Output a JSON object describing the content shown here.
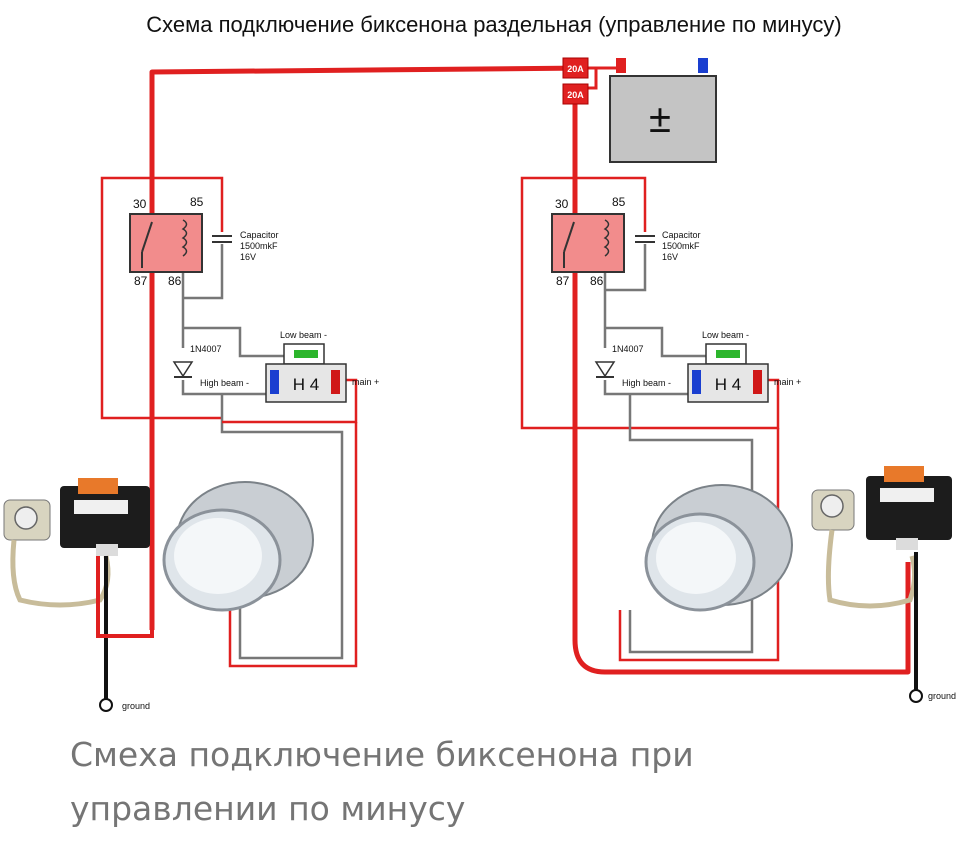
{
  "diagram": {
    "title": "Схема подключение биксенона раздельная (управление по минусу)",
    "fuses": [
      "20A",
      "20A"
    ],
    "battery": {
      "symbol": "±"
    },
    "relay": {
      "pins": {
        "p30": "30",
        "p85": "85",
        "p87": "87",
        "p86": "86"
      }
    },
    "capacitor": {
      "label": "Capacitor",
      "value": "1500mkF",
      "voltage": "16V"
    },
    "diode": {
      "label": "1N4007"
    },
    "h4": {
      "label": "H 4",
      "low_beam": "Low beam -",
      "high_beam": "High beam -",
      "main": "main +"
    },
    "ground": "ground"
  },
  "caption": {
    "line1": "Смеха подключение биксенона при",
    "line2": "управлении по минусу"
  }
}
